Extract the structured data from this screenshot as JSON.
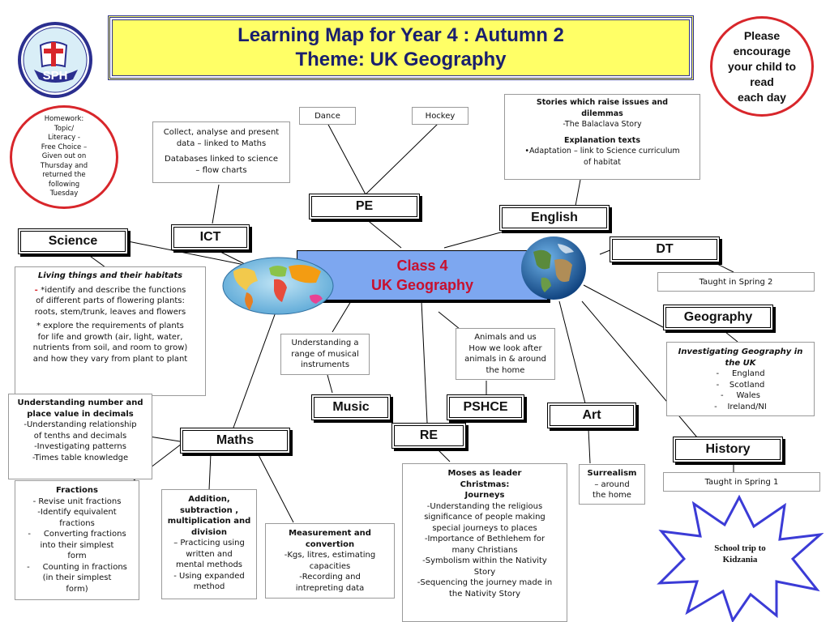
{
  "title": {
    "line1": "Learning Map for Year 4 : Autumn 2",
    "line2": "Theme: UK Geography"
  },
  "logo": {
    "icon": "sph-school-logo-icon",
    "text": "SPH"
  },
  "reading_reminder": "Please\nencourage\nyour child to\nread\neach day",
  "homework": "Homework:\nTopic/\nLiteracy -\nFree Choice –\nGiven out on\nThursday and\nreturned the\nfollowing\nTuesday",
  "center": {
    "line1": "Class 4",
    "line2": "UK Geography"
  },
  "subjects": {
    "science": "Science",
    "ict": "ICT",
    "pe": "PE",
    "english": "English",
    "dt": "DT",
    "geography": "Geography",
    "music": "Music",
    "pshce": "PSHCE",
    "re": "RE",
    "art": "Art",
    "history": "History",
    "maths": "Maths"
  },
  "notes": {
    "dance": "Dance",
    "hockey": "Hockey",
    "ict": {
      "line1": "Collect, analyse and present",
      "line2": "data – linked to Maths",
      "line3": "Databases linked to science",
      "line4": "– flow charts"
    },
    "english": {
      "heading1": "Stories which raise issues and",
      "heading2": "dilemmas",
      "line1": "-The Balaclava Story",
      "heading3": "Explanation texts",
      "line2": "•Adaptation – link to Science curriculum",
      "line3": "of habitat"
    },
    "dt": "Taught in Spring 2",
    "science": {
      "heading": "Living things and their habitats",
      "p1_dash": "- ",
      "p1_l1": "*identify and describe the functions",
      "p1_l2": "of different parts of flowering plants:",
      "p1_l3": "roots, stem/trunk, leaves and flowers",
      "p2_l1": "* explore the requirements of plants",
      "p2_l2": "for life and growth (air, light, water,",
      "p2_l3": "nutrients from soil, and room to grow)",
      "p2_l4": "and how they vary from plant to plant"
    },
    "music": {
      "line1": "Understanding a",
      "line2": "range of musical",
      "line3": "instruments"
    },
    "pshce": {
      "line1": "Animals and us",
      "line2": "How we look after",
      "line3": "animals in & around",
      "line4": "the home"
    },
    "geography": {
      "heading1": "Investigating Geography in",
      "heading2": "the UK",
      "items": [
        "-     England",
        "-    Scotland",
        "-     Wales",
        "-    Ireland/NI"
      ]
    },
    "maths_place_value": {
      "heading1": "Understanding number and",
      "heading2": "place value in decimals",
      "line1": "-Understanding relationship",
      "line2": "of tenths and decimals",
      "line3": "-Investigating patterns",
      "line4": "-Times table knowledge"
    },
    "fractions": {
      "heading": "Fractions",
      "lines": [
        "- Revise unit fractions",
        "-Identify equivalent",
        "fractions",
        "-     Converting fractions",
        "into their simplest",
        "form",
        "-     Counting in fractions",
        "(in their simplest",
        "form)"
      ]
    },
    "addition": {
      "heading": [
        "Addition,",
        "subtraction ,",
        "multiplication and",
        "division"
      ],
      "lines": [
        "– Practicing using",
        "written and",
        "mental methods",
        "- Using expanded",
        "method"
      ]
    },
    "measurement": {
      "heading1": "Measurement and",
      "heading2": "convertion",
      "lines": [
        "-Kgs, litres, estimating",
        "capacities",
        "-Recording and",
        "intrepreting data"
      ]
    },
    "re": {
      "heading": [
        "Moses as leader",
        "Christmas:",
        "Journeys"
      ],
      "lines": [
        "-Understanding the religious",
        "significance of people making",
        "special journeys to places",
        "-Importance of Bethlehem for",
        "many Christians",
        "-Symbolism within the Nativity",
        "Story",
        "-Sequencing the journey made in",
        "the Nativity Story"
      ]
    },
    "art": {
      "heading": "Surrealism",
      "line1": "– around",
      "line2": "the home"
    },
    "history": "Taught in Spring 1"
  },
  "school_trip": {
    "line1": "School trip to",
    "line2": "Kidzania"
  },
  "images": {
    "world_map_globe": "world-map-globe-icon",
    "earth_globe": "earth-globe-icon"
  },
  "colors": {
    "title_fill": "#ffff66",
    "title_border": "#2b2f8f",
    "center_fill": "#7da7f0",
    "center_text": "#c8102e",
    "circle_border": "#d8262b",
    "star_border": "#3b3bd6"
  }
}
